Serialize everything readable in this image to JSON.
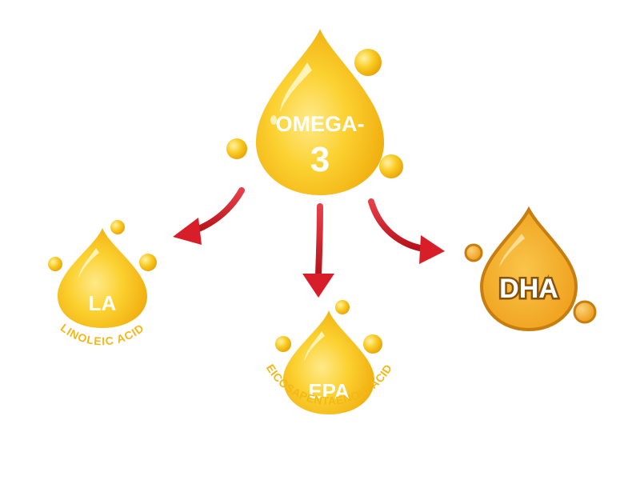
{
  "main_drop": {
    "line1": "OMEGA-",
    "line2": "3"
  },
  "drops": [
    {
      "abbr": "LA",
      "full_name": "LINOLEIC ACID"
    },
    {
      "abbr": "EPA",
      "full_name": "EICOSAPENTAENOIC ACID"
    },
    {
      "abbr": "DHA",
      "full_name": ""
    }
  ],
  "colors": {
    "drop_gold": "#F6C21B",
    "drop_light": "#FFE066",
    "drop_dark": "#E7A300",
    "dha_fill": "#F2A21B",
    "dha_outline": "#C77E0E",
    "arrow_red": "#D81E28",
    "subtitle_gold": "#F3B818"
  }
}
